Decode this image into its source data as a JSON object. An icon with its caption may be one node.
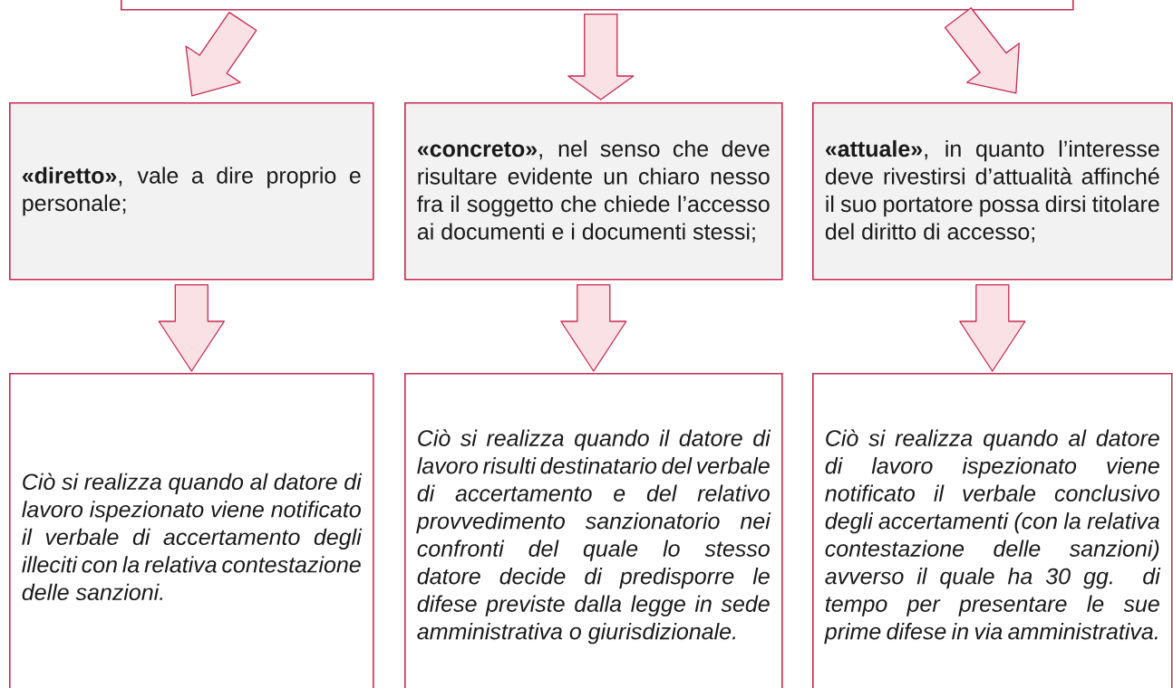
{
  "diagram": {
    "nodes": [
      {
        "text": [],
        "shape": "box"
      },
      {
        "text": [
          "**«diretto»**, vale a dire proprio e personale;"
        ]
      },
      {
        "text": [
          "**«concreto»**, nel senso che deve risultare evidente un chiaro nesso fra il soggetto che chiede l’accesso ai documenti e i documenti stessi;"
        ]
      },
      {
        "text": [
          "**«attuale»**, in quanto l’interesse deve rivestirsi d’attualità affinché il suo portatore possa dirsi titolare del diritto di accesso;"
        ]
      },
      {
        "text": [
          "Ciò si realizza quando al datore di lavoro ispezionato viene notificato il verbale di accertamento degli illeciti con la relativa contestazione delle sanzioni."
        ]
      },
      {
        "text": [
          "Ciò si realizza quando il datore di lavoro risulti destinatario del verbale di accertamento e del relativo provvedimento sanzionatorio nei confronti del quale lo stesso datore decide di predisporre le difese previste dalla legge in sede amministrativa o giurisdizionale."
        ]
      },
      {
        "text": [
          "Ciò si realizza quando al datore di lavoro ispezionato viene notificato il verbale conclusivo degli accertamenti (con la relativa contestazione delle sanzioni) avverso il quale ha 30 gg. di tempo per presentare le sue prime difese in via amministrativa."
        ]
      }
    ],
    "edges": [
      {
        "from": 0,
        "to": 1,
        "arrow": "to"
      },
      {
        "from": 0,
        "to": 2,
        "arrow": "to"
      },
      {
        "from": 0,
        "to": 3,
        "arrow": "to"
      },
      {
        "from": 1,
        "to": 4,
        "arrow": "to"
      },
      {
        "from": 2,
        "to": 5,
        "arrow": "to"
      },
      {
        "from": 3,
        "to": 6,
        "arrow": "to"
      }
    ]
  }
}
